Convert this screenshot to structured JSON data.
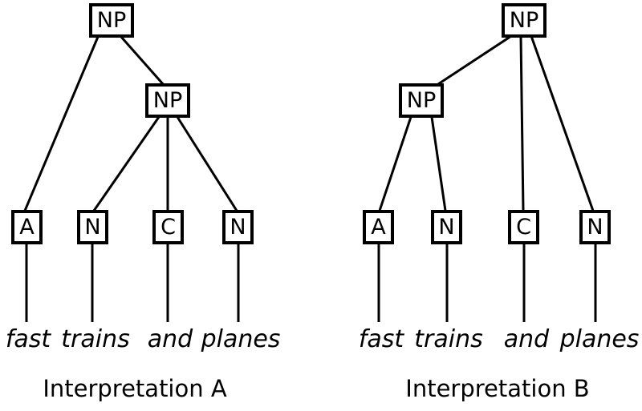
{
  "diagram": {
    "type": "syntax-parse-trees",
    "phrase": "fast trains and planes",
    "background_color": "#ffffff",
    "line_color": "#000000",
    "trees": [
      {
        "caption": "Interpretation A",
        "nodes": {
          "root": "NP",
          "inner": "NP",
          "leaf1": "A",
          "leaf2": "N",
          "leaf3": "C",
          "leaf4": "N"
        },
        "words": [
          "fast",
          "trains",
          "and",
          "planes"
        ],
        "edges": [
          "root NP → A",
          "root NP → inner NP",
          "inner NP → N (trains)",
          "inner NP → C (and)",
          "inner NP → N (planes)",
          "A → fast",
          "N → trains",
          "C → and",
          "N → planes"
        ]
      },
      {
        "caption": "Interpretation B",
        "nodes": {
          "root": "NP",
          "inner": "NP",
          "leaf1": "A",
          "leaf2": "N",
          "leaf3": "C",
          "leaf4": "N"
        },
        "words": [
          "fast",
          "trains",
          "and",
          "planes"
        ],
        "edges": [
          "root NP → inner NP",
          "root NP → C (and)",
          "root NP → N (planes)",
          "inner NP → A (fast)",
          "inner NP → N (trains)",
          "A → fast",
          "N → trains",
          "C → and",
          "N → planes"
        ]
      }
    ]
  }
}
